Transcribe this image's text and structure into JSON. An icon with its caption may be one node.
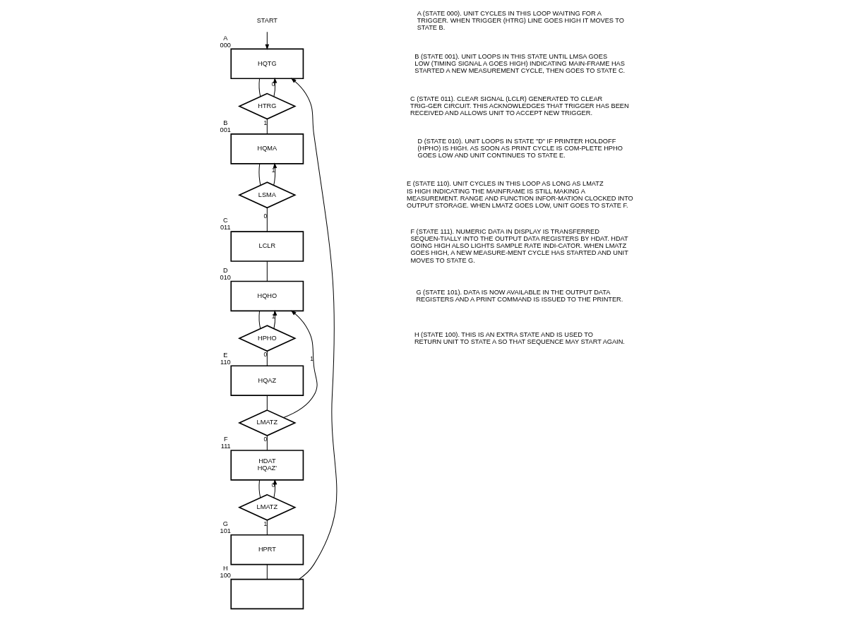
{
  "diagram": {
    "nodes": [
      {
        "text": [
          "START"
        ]
      },
      {
        "text": [
          "HQTG"
        ],
        "beside": [
          "A",
          "000"
        ]
      },
      {
        "text": [
          "HTRG"
        ]
      },
      {
        "text": [
          "HQMA"
        ],
        "beside": [
          "B",
          "001"
        ]
      },
      {
        "text": [
          "LSMA"
        ]
      },
      {
        "text": [
          "LCLR"
        ],
        "beside": [
          "C",
          "011"
        ]
      },
      {
        "text": [
          "HQHO"
        ],
        "beside": [
          "D",
          "010"
        ]
      },
      {
        "text": [
          "HPHO"
        ]
      },
      {
        "text": [
          "HQAZ"
        ],
        "beside": [
          "E",
          "110"
        ]
      },
      {
        "text": [
          "LMATZ"
        ]
      },
      {
        "text": [
          "HDAT",
          "HQAZ'"
        ],
        "beside": [
          "F",
          "111"
        ]
      },
      {
        "text": [
          "LMATZ"
        ]
      },
      {
        "text": [
          "HPRT"
        ],
        "beside": [
          "G",
          "101"
        ]
      },
      {
        "text": [],
        "shape": "box",
        "beside": [
          "H",
          "100"
        ]
      }
    ],
    "edges": [
      {
        "from": 0,
        "to": 1,
        "arrow": "to"
      },
      {
        "from": 1,
        "to": 2,
        "arrow": "none"
      },
      {
        "from": 2,
        "to": 1,
        "label": "0",
        "arrow": "to"
      },
      {
        "from": 2,
        "to": 3,
        "label": "1",
        "arrow": "none"
      },
      {
        "from": 3,
        "to": 4,
        "arrow": "none"
      },
      {
        "from": 4,
        "to": 3,
        "label": "1",
        "arrow": "to"
      },
      {
        "from": 4,
        "to": 5,
        "label": "0",
        "arrow": "none"
      },
      {
        "from": 5,
        "to": 6,
        "arrow": "none"
      },
      {
        "from": 6,
        "to": 7,
        "arrow": "none"
      },
      {
        "from": 7,
        "to": 6,
        "label": "1",
        "arrow": "to"
      },
      {
        "from": 7,
        "to": 8,
        "label": "0",
        "arrow": "none"
      },
      {
        "from": 8,
        "to": 9,
        "arrow": "none"
      },
      {
        "from": 9,
        "to": 6,
        "label": "1",
        "arrow": "to"
      },
      {
        "from": 9,
        "to": 10,
        "label": "0",
        "arrow": "none"
      },
      {
        "from": 10,
        "to": 11,
        "arrow": "none"
      },
      {
        "from": 11,
        "to": 10,
        "label": "0",
        "arrow": "to"
      },
      {
        "from": 11,
        "to": 12,
        "label": "1",
        "arrow": "none"
      },
      {
        "from": 12,
        "to": 13,
        "arrow": "none"
      },
      {
        "from": 13,
        "to": 1,
        "arrow": "to"
      }
    ],
    "labels": [
      "A (STATE 000). UNIT CYCLES IN THIS LOOP WAITING FOR A TRIGGER. WHEN TRIGGER (HTRG) LINE GOES HIGH IT MOVES TO STATE B.",
      "B (STATE 001). UNIT LOOPS IN THIS STATE UNTIL LMSA GOES LOW (TIMING SIGNAL A GOES HIGH) INDICATING MAIN-FRAME HAS STARTED A NEW MEASUREMENT CYCLE, THEN GOES TO STATE C.",
      "C (STATE 011). CLEAR SIGNAL (LCLR) GENERATED TO CLEAR TRIG-GER CIRCUIT. THIS ACKNOWLEDGES THAT TRIGGER HAS BEEN RECEIVED AND ALLOWS UNIT TO ACCEPT NEW TRIGGER.",
      "D (STATE 010). UNIT LOOPS IN STATE \"D\" IF PRINTER HOLDOFF (HPHO) IS HIGH. AS SOON AS PRINT CYCLE IS COM-PLETE HPHO GOES LOW AND UNIT CONTINUES TO STATE E.",
      "E (STATE 110). UNIT CYCLES IN THIS LOOP AS LONG AS LMATZ IS HIGH INDICATING THE MAINFRAME IS STILL MAKING A MEASUREMENT. RANGE AND FUNCTION INFOR-MATION CLOCKED INTO OUTPUT STORAGE. WHEN LMATZ GOES LOW, UNIT GOES TO STATE F.",
      "F (STATE 111). NUMERIC DATA IN DISPLAY IS TRANSFERRED SEQUEN-TIALLY INTO THE OUTPUT DATA REGISTERS BY HDAT. HDAT GOING HIGH ALSO LIGHTS SAMPLE RATE INDI-CATOR. WHEN LMATZ GOES HIGH, A NEW MEASURE-MENT CYCLE HAS STARTED AND UNIT MOVES TO STATE G.",
      "G (STATE 101). DATA IS NOW AVAILABLE IN THE OUTPUT DATA REGISTERS AND A PRINT COMMAND IS ISSUED TO THE PRINTER.",
      "H (STATE 100). THIS IS AN EXTRA STATE AND IS USED TO RETURN UNIT TO STATE A SO THAT SEQUENCE MAY START AGAIN."
    ]
  }
}
